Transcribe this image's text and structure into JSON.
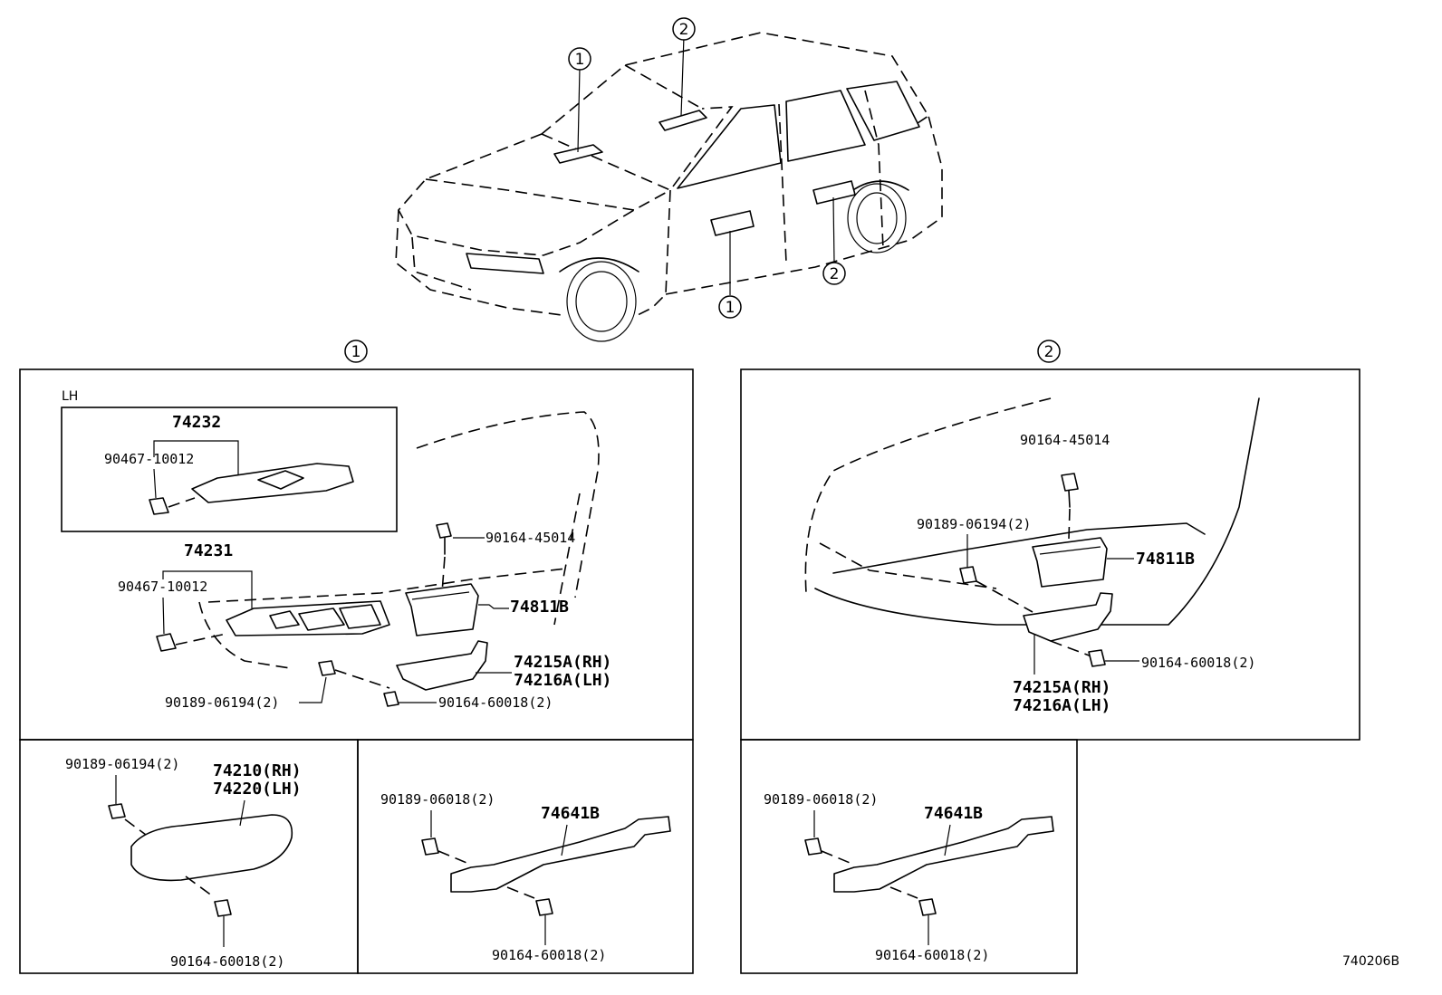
{
  "markers": {
    "one": "1",
    "two": "2"
  },
  "section1": {
    "inset_label": "LH",
    "inset_part": "74232",
    "inset_clip": "90467-10012",
    "trim_part": "74231",
    "trim_clip": "90467-10012",
    "screw_top": "90164-45014",
    "cup": "74811B",
    "bracket_rh": "74215A(RH)",
    "bracket_lh": "74216A(LH)",
    "nut": "90189-06194(2)",
    "screw_bottom": "90164-60018(2)"
  },
  "section2": {
    "screw_top": "90164-45014",
    "nut": "90189-06194(2)",
    "cup": "74811B",
    "screw_bottom": "90164-60018(2)",
    "bracket_rh": "74215A(RH)",
    "bracket_lh": "74216A(LH)"
  },
  "box3": {
    "nut": "90189-06194(2)",
    "handle_rh": "74210(RH)",
    "handle_lh": "74220(LH)",
    "screw": "90164-60018(2)"
  },
  "box4": {
    "nut": "90189-06018(2)",
    "handle": "74641B",
    "screw": "90164-60018(2)"
  },
  "box5": {
    "nut": "90189-06018(2)",
    "handle": "74641B",
    "screw": "90164-60018(2)"
  },
  "figure_code": "740206B"
}
